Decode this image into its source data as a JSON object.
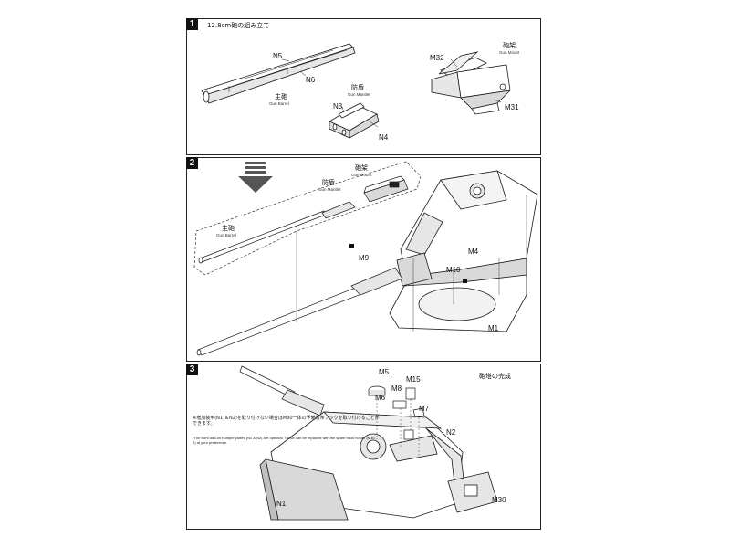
{
  "steps": [
    {
      "number": "1",
      "title": "12.8cm砲の組み立て"
    },
    {
      "number": "2"
    },
    {
      "number": "3",
      "title": "砲塔の完成"
    }
  ],
  "step1": {
    "barrel": {
      "jp": "主砲",
      "en": "Gun Barrel"
    },
    "mantlet": {
      "jp": "防盾",
      "en": "Gun Mantlet"
    },
    "mount": {
      "jp": "砲架",
      "en": "Gun Mount"
    },
    "parts": {
      "n5": "N5",
      "n6": "N6",
      "n3": "N3",
      "n4": "N4",
      "m32": "M32",
      "m31": "M31"
    }
  },
  "step2": {
    "mount": {
      "jp": "砲架",
      "en": "Gun Mount"
    },
    "mantlet": {
      "jp": "防盾",
      "en": "Gun Mantlet"
    },
    "barrel": {
      "jp": "主砲",
      "en": "Gun Barrel"
    },
    "parts": {
      "m4": "M4",
      "m9": "M9",
      "m10": "M10",
      "m1": "M1"
    }
  },
  "step3": {
    "note_jp": "※増加装甲(N1)＆N2)を取り付けない場合はM30一体の予備履帯フックを取り付けることができます。",
    "note_en": "*The front add-on bumper plates (N1 & N2) are optional. These can be replaced with the spare track holder (M30 – 2) at your preference.",
    "parts": {
      "m5": "M5",
      "m6": "M6",
      "m8": "M8",
      "m15": "M15",
      "m7": "M7",
      "n2": "N2",
      "n1": "N1",
      "m30": "M30"
    }
  },
  "colors": {
    "line": "#1a1a1a",
    "shade": "#d9d9d9",
    "arrow": "#555555"
  }
}
